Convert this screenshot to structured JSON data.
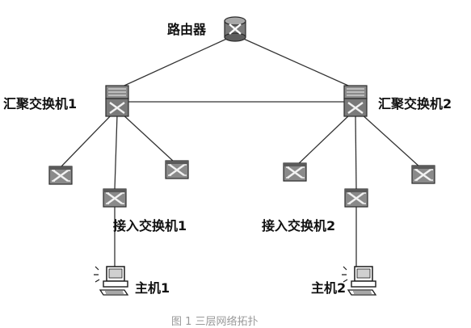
{
  "nodes": {
    "router": {
      "label": "路由器"
    },
    "agg1": {
      "label": "汇聚交换机1"
    },
    "agg2": {
      "label": "汇聚交换机2"
    },
    "access1": {
      "label": "接入交换机1"
    },
    "access2": {
      "label": "接入交换机2"
    },
    "host1": {
      "label": "主机1"
    },
    "host2": {
      "label": "主机2"
    }
  },
  "caption": "图 1 三层网络拓扑",
  "icons": {
    "router": "router-icon",
    "aggregation_switch": "switch-stack-icon",
    "access_switch": "switch-icon",
    "host": "computer-icon"
  },
  "colors": {
    "line": "#333333",
    "device_fill": "#7a7a7a",
    "device_dark": "#2a2a2a",
    "text": "#111111"
  }
}
